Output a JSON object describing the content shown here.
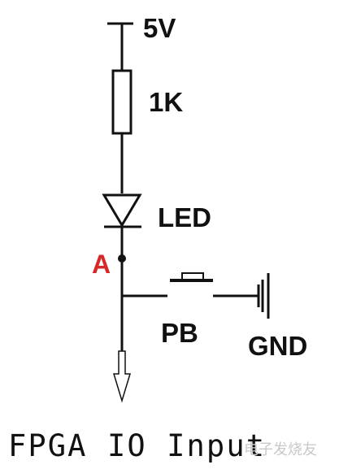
{
  "labels": {
    "supply": "5V",
    "resistor": "1K",
    "led": "LED",
    "node": "A",
    "button": "PB",
    "ground": "GND",
    "caption": "FPGA IO Input"
  },
  "watermark": "电子发烧友",
  "colors": {
    "wire": "#111111",
    "node_label": "#d62828",
    "watermark": "#c8c8c8"
  }
}
